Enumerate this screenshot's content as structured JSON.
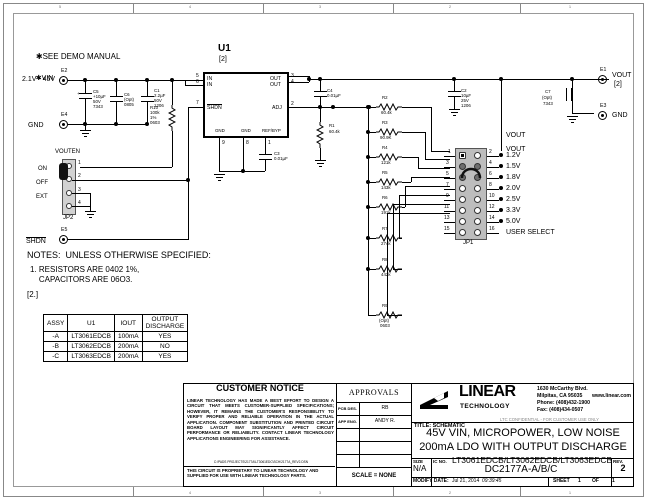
{
  "sheet": {
    "zone_markers_top": [
      "5",
      "4",
      "3",
      "2",
      "1"
    ],
    "zone_markers_bottom": [
      "4",
      "3",
      "2",
      "1"
    ]
  },
  "schematic": {
    "demo_note": "SEE DEMO MANUAL",
    "vin_label": "VIN",
    "vin_range": "2.1V - 45V",
    "terminals": {
      "e2": "E2",
      "e4": "E4",
      "e5": "E5",
      "e1": "E1",
      "e3": "E3",
      "gnd_left": "GND",
      "gnd_right": "GND",
      "shdn": "SHDN",
      "vout": "VOUT",
      "vout_note": "[2]"
    },
    "u1": {
      "ref": "U1",
      "note": "[2]",
      "pins_left": [
        "IN",
        "IN"
      ],
      "pins_left_nums": [
        "5",
        "6"
      ],
      "pin_shdn": "SHDN",
      "pin_shdn_num": "7",
      "pins_right": [
        "OUT",
        "OUT"
      ],
      "pins_right_nums": [
        "3",
        "4"
      ],
      "pin_adj": "ADJ",
      "pin_adj_num": "2",
      "pins_bottom": [
        "GND",
        "GND",
        "REF/BYP"
      ],
      "pins_bottom_nums": [
        "9",
        "8",
        "1"
      ]
    },
    "components": [
      {
        "ref": "C5",
        "lines": [
          "+10µF",
          "50V",
          "7343"
        ]
      },
      {
        "ref": "C6",
        "lines": [
          "(Opt)",
          "0805"
        ]
      },
      {
        "ref": "C1",
        "lines": [
          "2.2µF",
          "50V",
          "1206"
        ]
      },
      {
        "ref": "R10",
        "lines": [
          "100k",
          "0603"
        ]
      },
      {
        "ref": "C3",
        "lines": [
          "0.01µF"
        ]
      },
      {
        "ref": "C4",
        "lines": [
          "0.01µF"
        ]
      },
      {
        "ref": "R1",
        "lines": [
          "60.4k"
        ]
      },
      {
        "ref": "C2",
        "lines": [
          "10µF",
          "25V",
          "1206"
        ]
      },
      {
        "ref": "C7",
        "lines": [
          "(Opt)",
          "7343"
        ]
      }
    ],
    "divider_resistors": [
      {
        "ref": "R2",
        "value": "60.4k"
      },
      {
        "ref": "R3",
        "value": "90.9K"
      },
      {
        "ref": "R4",
        "value": "121k"
      },
      {
        "ref": "R5",
        "value": "143k"
      },
      {
        "ref": "R6",
        "value": "191k"
      },
      {
        "ref": "R7",
        "value": "274k"
      },
      {
        "ref": "R8",
        "value": "442k"
      },
      {
        "ref": "R9",
        "value": "(Opt)",
        "extra": "0603"
      }
    ],
    "jp2": {
      "ref": "JP2",
      "title": "VOUTEN",
      "positions": [
        "ON",
        "OFF",
        "EXT"
      ],
      "pin_nums": [
        "1",
        "2",
        "3",
        "4"
      ]
    },
    "jp1": {
      "ref": "JP1",
      "header": "VOUT",
      "user_select": "USER SELECT",
      "left_pins": [
        "1",
        "3",
        "5",
        "7",
        "9",
        "11",
        "13",
        "15"
      ],
      "right_pins": [
        "2",
        "4",
        "6",
        "8",
        "10",
        "12",
        "14",
        "16"
      ],
      "voltages": [
        "1.2V",
        "1.5V",
        "1.8V",
        "2.0V",
        "2.5V",
        "3.3V",
        "5.0V"
      ]
    },
    "notes": {
      "heading": "NOTES:  UNLESS OTHERWISE SPECIFIED:",
      "items": [
        "1. RESISTORS ARE 0402 1%,",
        "    CAPACITORS ARE 06O3."
      ],
      "bracket": "[2.]"
    },
    "assy_table": {
      "headers": [
        "ASSY",
        "U1",
        "IOUT",
        "OUTPUT\nDISCHARGE"
      ],
      "rows": [
        [
          "-A",
          "LT3061EDCB",
          "100mA",
          "YES"
        ],
        [
          "-B",
          "LT3062EDCB",
          "200mA",
          "NO"
        ],
        [
          "-C",
          "LT3063EDCB",
          "200mA",
          "YES"
        ]
      ]
    }
  },
  "title_block": {
    "customer_notice": {
      "heading": "CUSTOMER NOTICE",
      "body": "LINEAR TECHNOLOGY HAS MADE A BEST EFFORT TO DESIGN A CIRCUIT THAT MEETS CUSTOMER-SUPPLIED SPECIFICATIONS; HOWEVER, IT REMAINS THE CUSTOMER'S RESPONSIBILITY TO VERIFY PROPER AND RELIABLE OPERATION IN THE ACTUAL APPLICATION.  COMPONENT SUBSTITUTION AND PRINTED CIRCUIT BOARD LAYOUT MAY SIGNIFICANTLY AFFECT CIRCUIT PERFORMANCE OR RELIABILITY.  CONTACT LINEAR TECHNOLOGY APPLICATIONS ENGINEERING FOR ASSISTANCE.",
      "filepath": "C:\\PADS PROJECTS\\2177A\\LT3061EDC\\SCH\\2177A_REV2.DSN",
      "footer": "THIS CIRCUIT IS PROPRIETARY TO LINEAR TECHNOLOGY AND SUPPLIED FOR USE WITH LINEAR TECHNOLOGY PARTS."
    },
    "approvals": {
      "heading": "APPROVALS",
      "rows": [
        {
          "label": "PCB DES.",
          "value": "RB"
        },
        {
          "label": "APP ENG.",
          "value": "ANDY R."
        },
        {
          "label": "",
          "value": ""
        },
        {
          "label": "",
          "value": ""
        },
        {
          "label": "",
          "value": ""
        }
      ],
      "scale": "SCALE = NONE"
    },
    "company": {
      "name": "LINEAR",
      "sub": "TECHNOLOGY",
      "address1": "1630 McCarthy Blvd.",
      "address2": "Milpitas, CA 95035",
      "website": "www.linear.com",
      "phone": "Phone: (408)432-1900",
      "fax": "Fax: (408)434-0507",
      "confidential": "LTC CONFIDENTIAL - FOR CUSTOMER USE ONLY"
    },
    "title": {
      "label": "TITLE: SCHEMATIC",
      "line1": "45V VIN, MICROPOWER, LOW NOISE",
      "line2": "200mA LDO WITH OUTPUT DISCHARGE"
    },
    "ids": {
      "size_label": "SIZE",
      "size_value": "N/A",
      "icno_label": "IC NO.",
      "icno_value": "LT3061EDCB/LT3062EDCB/LT3063EDCB",
      "demo_value": "DC2177A-A/B/C",
      "rev_label": "REV.",
      "rev_value": "2",
      "modify_label": "MODIFY DATE:",
      "modify_date": "Jul 21, 2014",
      "modify_time": "09:39:45",
      "sheet_label": "SHEET",
      "sheet_num": "1",
      "of_label": "OF",
      "sheet_total": "1"
    }
  }
}
